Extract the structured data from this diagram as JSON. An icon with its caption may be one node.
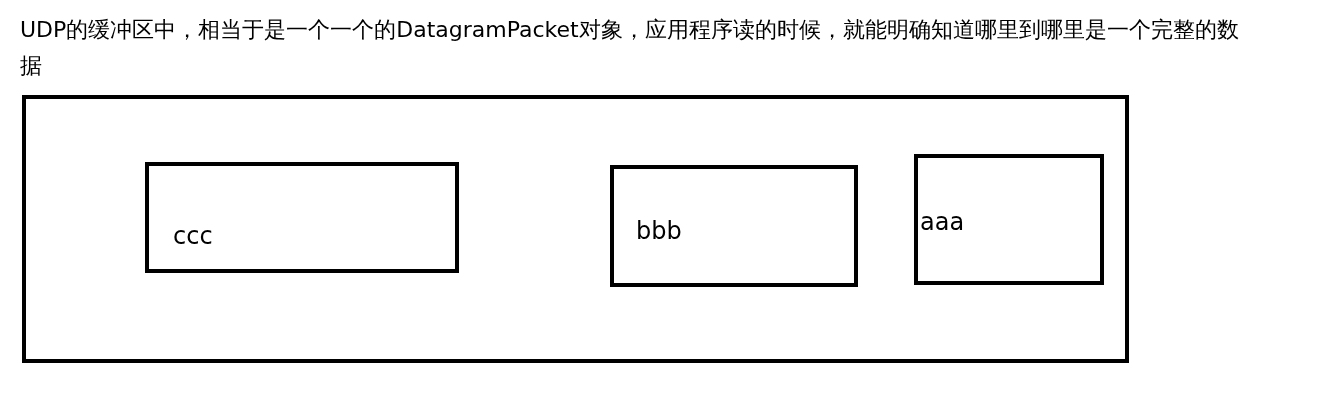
{
  "diagram": {
    "title": "UDP的缓冲区中，相当于是一个一个的DatagramPacket对象，应用程序读的时候，就能明确知道哪里到哪里是一个完整的数据",
    "nodes": [
      {
        "text": [],
        "shape": "box"
      },
      {
        "text": [
          "ccc"
        ],
        "in": 0
      },
      {
        "text": [
          "bbb"
        ],
        "in": 0
      },
      {
        "text": [
          "aaa"
        ],
        "in": 0
      }
    ]
  }
}
